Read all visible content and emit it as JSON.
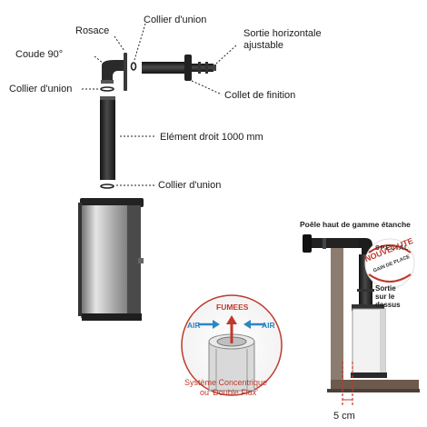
{
  "labels": {
    "rosace": "Rosace",
    "collier_top": "Collier d'union",
    "coude": "Coude 90°",
    "sortie_line1": "Sortie horizontale",
    "sortie_line2": "ajustable",
    "collier_left": "Collier d'union",
    "collet": "Collet de finition",
    "element": "Elément droit 1000 mm",
    "collier_bottom": "Collier d'union"
  },
  "inset": {
    "title": "Poêle haut de gamme étanche",
    "sortie_line1": "Sortie",
    "sortie_line2": "sur le",
    "sortie_line3": "dessus",
    "distance": "5 cm"
  },
  "badge": {
    "line1": "SPECIAL",
    "line2": "NOUVEAUTE",
    "line3": "GAIN DE PLACE"
  },
  "flux": {
    "fumees": "FUMEES",
    "air_left": "AIR",
    "air_right": "AIR",
    "caption_line1": "Système Concentrique",
    "caption_line2": "ou 'Double Flux'"
  },
  "colors": {
    "pipe": "#2b2b2b",
    "accent_red": "#c0392b",
    "air_blue": "#2e86c1",
    "floor": "#6d5a4d"
  }
}
